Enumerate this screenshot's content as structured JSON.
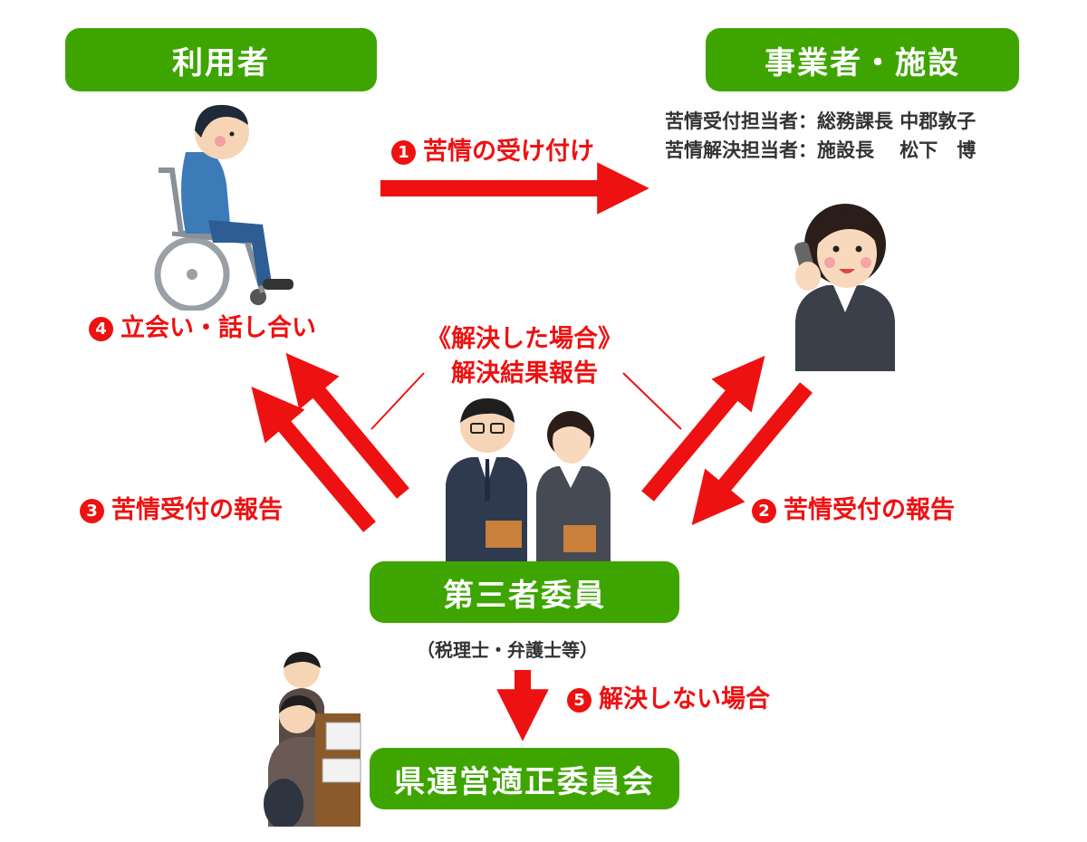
{
  "nodes": {
    "user": "利用者",
    "provider": "事業者・施設",
    "third_party": "第三者委員",
    "third_party_note": "（税理士・弁護士等）",
    "committee": "県運営適正委員会"
  },
  "staff": {
    "reception": "苦情受付担当者：総務課長 中郡敦子",
    "resolution": "苦情解決担当者：施設長　 松下　博"
  },
  "steps": [
    {
      "num": "1",
      "label": "苦情の受け付け"
    },
    {
      "num": "2",
      "label": "苦情受付の報告"
    },
    {
      "num": "3",
      "label": "苦情受付の報告"
    },
    {
      "num": "4",
      "label": "立会い・話し合い"
    },
    {
      "num": "5",
      "label": "解決しない場合"
    }
  ],
  "resolved": {
    "title": "《解決した場合》",
    "subtitle": "解決結果報告"
  },
  "colors": {
    "green": "#3ea500",
    "red": "#ee1111"
  },
  "icons": [
    "wheelchair-user-figure",
    "phone-staff-figure",
    "committee-members-figure",
    "office-workers-figure"
  ]
}
